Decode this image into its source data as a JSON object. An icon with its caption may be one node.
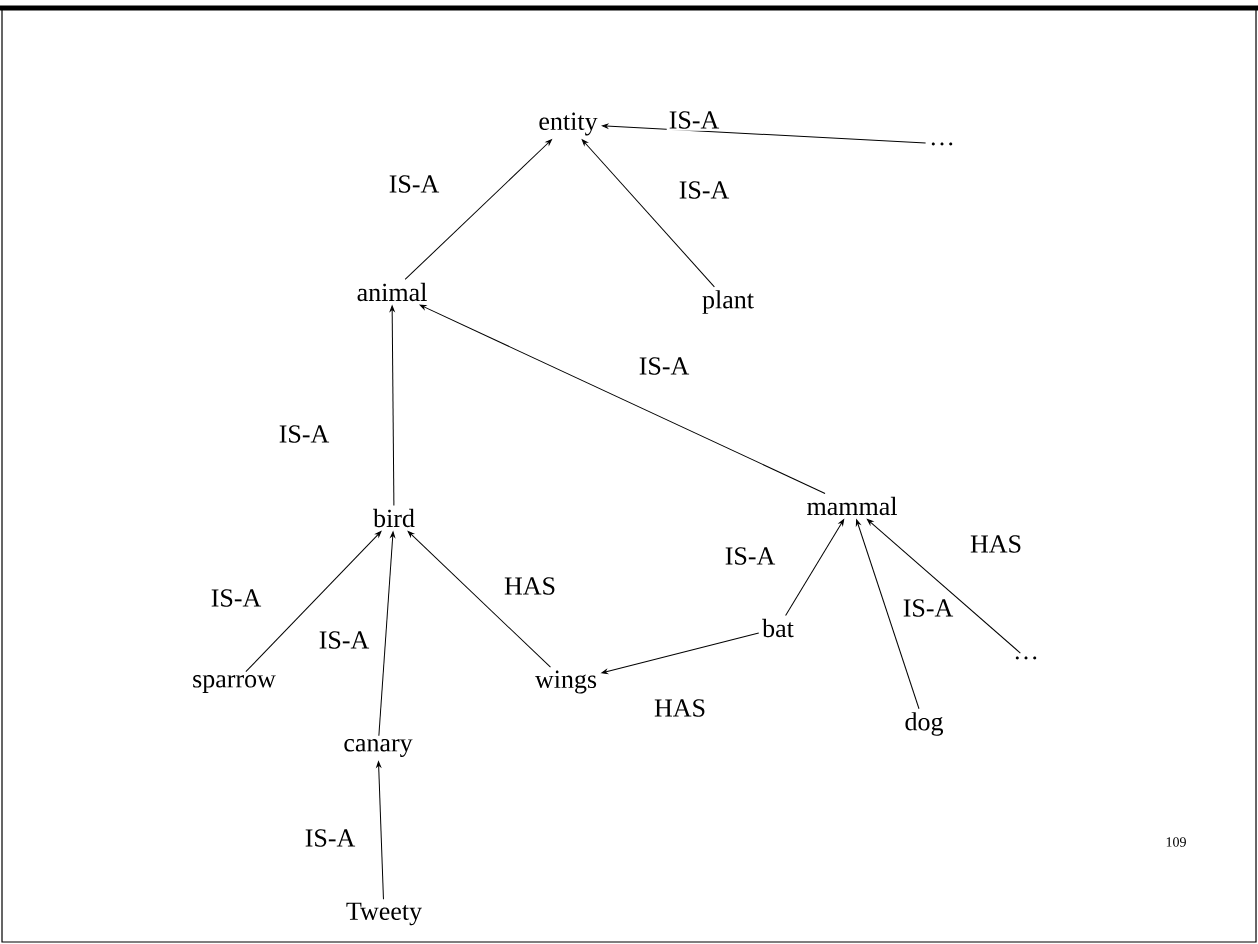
{
  "diagram": {
    "nodes": [
      {
        "text": [
          "entity"
        ]
      },
      {
        "text": [
          "…"
        ]
      },
      {
        "text": [
          "animal"
        ]
      },
      {
        "text": [
          "plant"
        ]
      },
      {
        "text": [
          "bird"
        ]
      },
      {
        "text": [
          "mammal"
        ]
      },
      {
        "text": [
          "sparrow"
        ]
      },
      {
        "text": [
          "canary"
        ]
      },
      {
        "text": [
          "wings"
        ]
      },
      {
        "text": [
          "bat"
        ]
      },
      {
        "text": [
          "dog"
        ]
      },
      {
        "text": [
          "…"
        ]
      },
      {
        "text": [
          "Tweety"
        ]
      }
    ],
    "edges": [
      {
        "from": 2,
        "to": 0,
        "arrow": "to",
        "label": "IS-A"
      },
      {
        "from": 1,
        "to": 0,
        "arrow": "to",
        "label": "IS-A"
      },
      {
        "from": 3,
        "to": 0,
        "arrow": "to",
        "label": "IS-A"
      },
      {
        "from": 4,
        "to": 2,
        "arrow": "to",
        "label": "IS-A"
      },
      {
        "from": 5,
        "to": 2,
        "arrow": "to",
        "label": "IS-A"
      },
      {
        "from": 6,
        "to": 4,
        "arrow": "to",
        "label": "IS-A"
      },
      {
        "from": 7,
        "to": 4,
        "arrow": "to",
        "label": "IS-A"
      },
      {
        "from": 8,
        "to": 4,
        "arrow": "to",
        "label": "HAS"
      },
      {
        "from": 9,
        "to": 5,
        "arrow": "to",
        "label": "IS-A"
      },
      {
        "from": 10,
        "to": 5,
        "arrow": "to",
        "label": "IS-A"
      },
      {
        "from": 11,
        "to": 5,
        "arrow": "to",
        "label": "HAS"
      },
      {
        "from": 9,
        "to": 8,
        "arrow": "to",
        "label": "HAS"
      },
      {
        "from": 12,
        "to": 7,
        "arrow": "to",
        "label": "IS-A"
      }
    ],
    "labels": [
      "109"
    ]
  }
}
